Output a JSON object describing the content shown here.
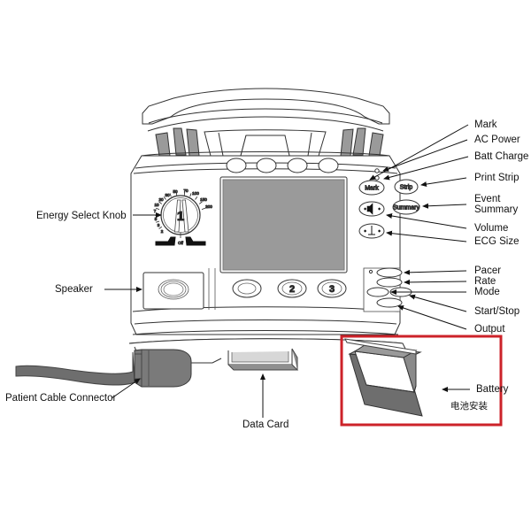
{
  "figure": {
    "title": "Defibrillator front panel callout diagram",
    "background_color": "#ffffff",
    "highlight_box_color": "#cc2229"
  },
  "device": {
    "body_color": "#ffffff",
    "outline_color": "#333333",
    "screen_color": "#9a9a9a",
    "accent_gray": "#8f8f8f",
    "dark_gray": "#6e6e6e"
  },
  "labels_left": [
    {
      "id": "energy-select-knob",
      "text": "Energy Select Knob"
    },
    {
      "id": "speaker",
      "text": "Speaker"
    },
    {
      "id": "patient-cable-connector",
      "text": "Patient Cable Connector"
    }
  ],
  "labels_bottom": [
    {
      "id": "data-card",
      "text": "Data Card"
    }
  ],
  "labels_right": [
    {
      "id": "mark",
      "text": "Mark"
    },
    {
      "id": "ac-power",
      "text": "AC Power"
    },
    {
      "id": "batt-charge",
      "text": "Batt Charge"
    },
    {
      "id": "print-strip",
      "text": "Print Strip"
    },
    {
      "id": "event-summary-line1",
      "text": "Event"
    },
    {
      "id": "event-summary-line2",
      "text": "Summary"
    },
    {
      "id": "volume",
      "text": "Volume"
    },
    {
      "id": "ecg-size",
      "text": "ECG Size"
    },
    {
      "id": "pacer",
      "text": "Pacer"
    },
    {
      "id": "rate",
      "text": "Rate"
    },
    {
      "id": "mode",
      "text": "Mode"
    },
    {
      "id": "start-stop",
      "text": "Start/Stop"
    },
    {
      "id": "output",
      "text": "Output"
    }
  ],
  "battery_callout": {
    "label": "Battery",
    "label_cn": "电池安装"
  },
  "panel_buttons": {
    "mark": "Mark",
    "strip": "Strip",
    "summary": "Summary",
    "step_one": "1",
    "step_two": "2",
    "step_three": "3",
    "off": "Off"
  },
  "energy_dial": {
    "selected_step": "1",
    "off_label": "Off",
    "ticks": [
      "2",
      "3",
      "5",
      "7",
      "10",
      "20",
      "30",
      "50",
      "70",
      "100",
      "150",
      "200"
    ]
  }
}
